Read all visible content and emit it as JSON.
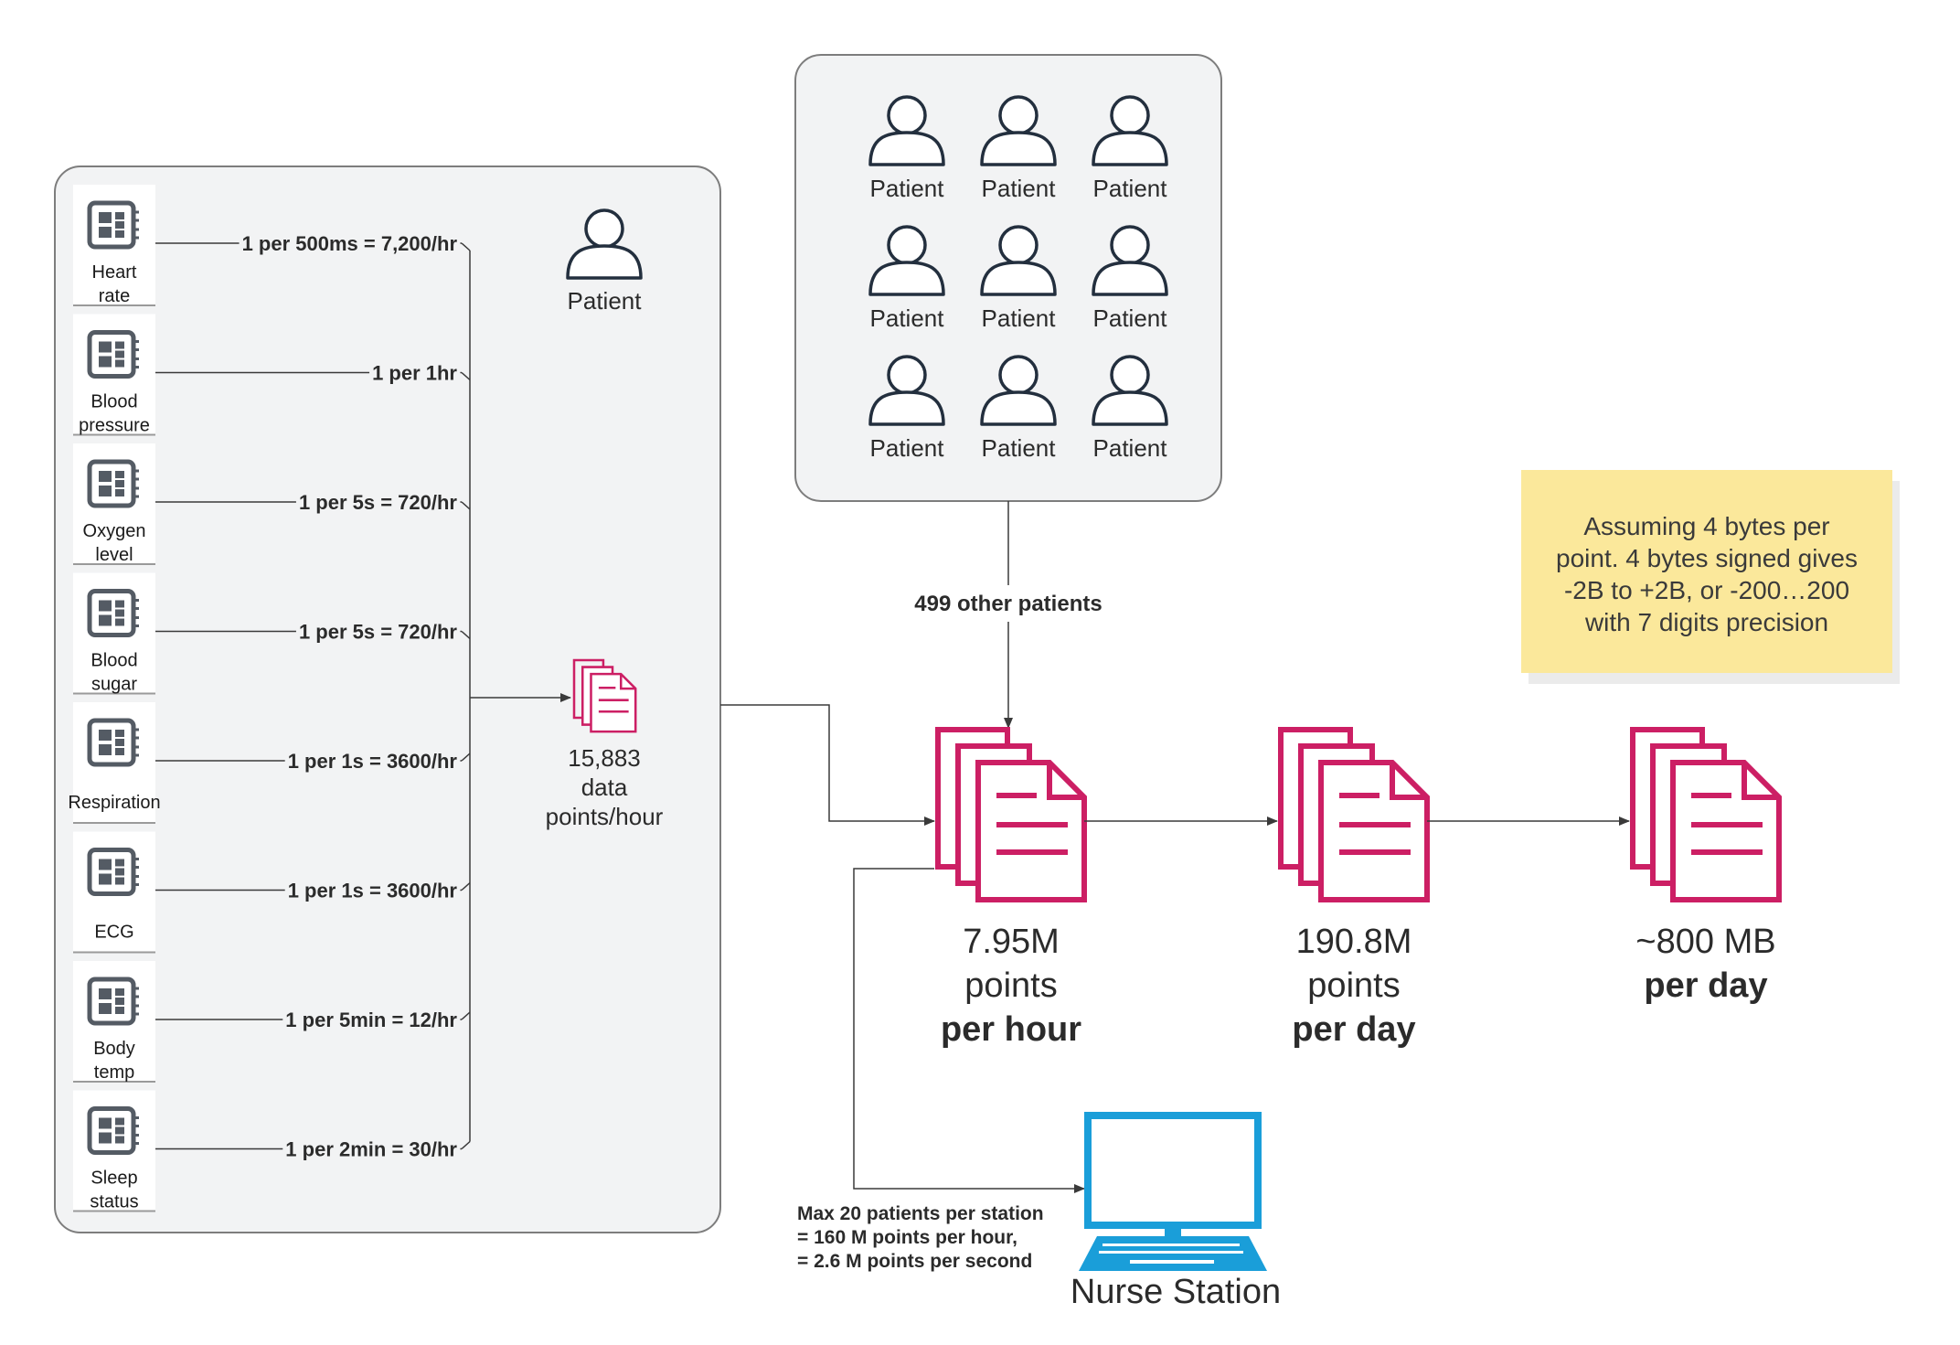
{
  "colors": {
    "panel_bg": "#f2f3f4",
    "panel_border": "#7d7d7d",
    "document_accent": "#cc1f64",
    "laptop_accent": "#1a9ed9",
    "sticky_note": "#fbe89b",
    "icon_outline": "#232f3e"
  },
  "sensors": [
    {
      "label": "Heart rate",
      "rate": "1 per 500ms = 7,200/hr"
    },
    {
      "label": "Blood pressure",
      "rate": "1 per 1hr"
    },
    {
      "label": "Oxygen level",
      "rate": "1 per 5s = 720/hr"
    },
    {
      "label": "Blood sugar",
      "rate": "1 per 5s = 720/hr"
    },
    {
      "label": "Respiration",
      "rate": "1 per 1s = 3600/hr"
    },
    {
      "label": "ECG",
      "rate": "1 per 1s = 3600/hr"
    },
    {
      "label": "Body temp",
      "rate": "1 per 5min = 12/hr"
    },
    {
      "label": "Sleep status",
      "rate": "1 per 2min = 30/hr"
    }
  ],
  "single_patient": {
    "label": "Patient"
  },
  "aggregate": {
    "line1": "15,883",
    "line2": "data",
    "line3": "points/hour"
  },
  "patient_grid": [
    "Patient",
    "Patient",
    "Patient",
    "Patient",
    "Patient",
    "Patient",
    "Patient",
    "Patient",
    "Patient"
  ],
  "other_patients_label": "499 other patients",
  "outputs": [
    {
      "line1": "7.95M",
      "line2": "points",
      "bold": "per hour"
    },
    {
      "line1": "190.8M",
      "line2": "points",
      "bold": "per day"
    },
    {
      "line1": "~800 MB",
      "line2": "",
      "bold": "per day"
    }
  ],
  "note": {
    "lines": [
      "Assuming 4 bytes per",
      "point. 4 bytes signed gives",
      "-2B to +2B, or -200…200",
      "with 7 digits precision"
    ]
  },
  "station": {
    "label": "Nurse Station",
    "info": [
      "Max 20 patients per station",
      "= 160 M points per hour,",
      "= 2.6 M points per second"
    ]
  }
}
